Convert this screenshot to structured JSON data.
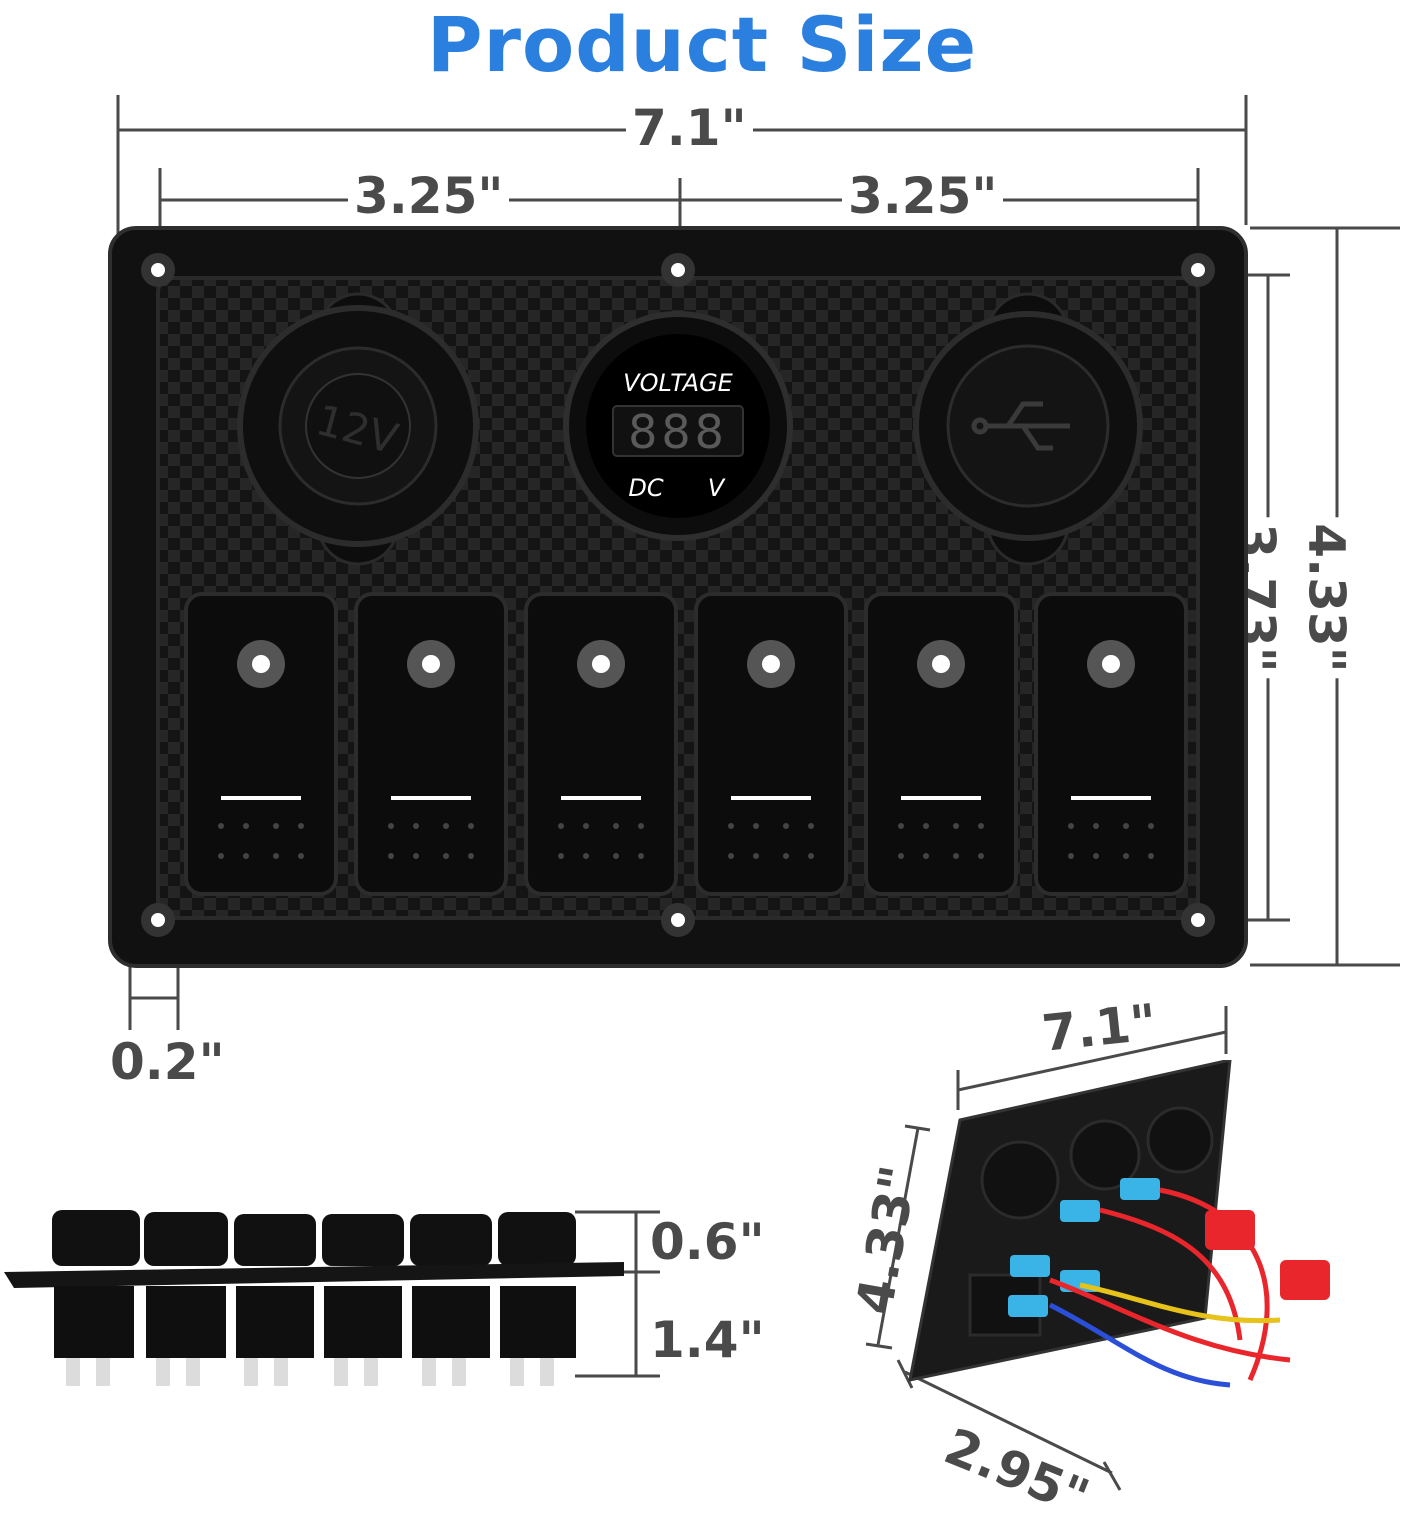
{
  "header": {
    "title": "Product Size"
  },
  "colors": {
    "title": "#2b7fde",
    "dimension": "#4a4a4a",
    "panel": "#161616",
    "wire_red": "#e8262c",
    "connector_blue": "#3ab4e6"
  },
  "front_view": {
    "total_width": "7.1\"",
    "half_width_left": "3.25\"",
    "half_width_right": "3.25\"",
    "inner_height": "3.73\"",
    "total_height": "4.33\"",
    "border": "0.2\"",
    "socket_left_label": "12V",
    "voltmeter": {
      "top": "VOLTAGE",
      "digits": "888",
      "bottom_left": "DC",
      "bottom_right": "V"
    },
    "socket_right_icon": "usb-icon",
    "switch_count": 6
  },
  "side_view": {
    "top_height": "0.6\"",
    "bottom_height": "1.4\""
  },
  "angled_view": {
    "width": "7.1\"",
    "height": "4.33\"",
    "depth": "2.95\""
  }
}
